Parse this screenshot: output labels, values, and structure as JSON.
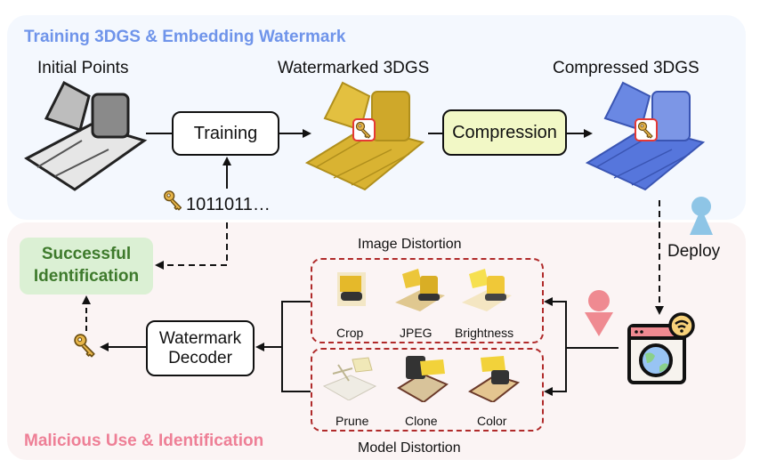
{
  "top_section": {
    "title": "Training 3DGS & Embedding Watermark",
    "title_color": "#6f94ea",
    "stages": {
      "initial_points": "Initial Points",
      "watermarked": "Watermarked 3DGS",
      "compressed": "Compressed 3DGS"
    },
    "training_label": "Training",
    "compression_label": "Compression",
    "compression_fill": "#f2f8c6",
    "watermark_bits": "1011011…"
  },
  "bottom_section": {
    "title": "Malicious Use & Identification",
    "title_color": "#ee7f96",
    "deploy_label": "Deploy",
    "success_label_line1": "Successful",
    "success_label_line2": "Identification",
    "success_fill": "#dbf0d4",
    "success_text_color": "#3e7a2c",
    "decoder_line1": "Watermark",
    "decoder_line2": "Decoder",
    "image_distortion": {
      "title": "Image Distortion",
      "items": [
        "Crop",
        "JPEG",
        "Brightness"
      ]
    },
    "model_distortion": {
      "title": "Model Distortion",
      "items": [
        "Prune",
        "Clone",
        "Color"
      ]
    }
  },
  "colors": {
    "owner_figure": "#8ec5e6",
    "attacker_figure": "#ef8a91",
    "key_gold": "#e8b64a",
    "key_badge_border": "#e53935",
    "model_yellow": "#d9b332",
    "model_blue": "#4f6fd6",
    "model_black": "#222222"
  }
}
